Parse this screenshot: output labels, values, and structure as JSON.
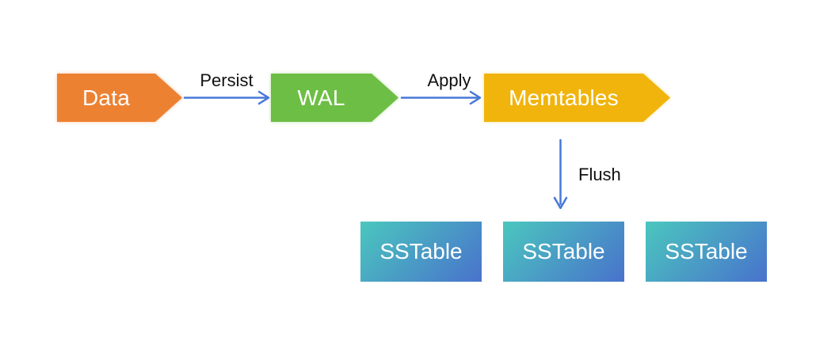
{
  "diagram": {
    "nodes": {
      "data": {
        "label": "Data",
        "fill": "#ED8132"
      },
      "wal": {
        "label": "WAL",
        "fill": "#6DBE45"
      },
      "memtables": {
        "label": "Memtables",
        "fill": "#F0B40C"
      },
      "sstables": [
        {
          "label": "SSTable"
        },
        {
          "label": "SSTable"
        },
        {
          "label": "SSTable"
        }
      ],
      "sstable_gradient": {
        "start": "#4AC7BE",
        "end": "#4972CC"
      },
      "node_text_color": "#FFFFFF"
    },
    "edges": {
      "persist": {
        "label": "Persist",
        "direction": "right"
      },
      "apply": {
        "label": "Apply",
        "direction": "right"
      },
      "flush": {
        "label": "Flush",
        "direction": "down"
      }
    },
    "colors": {
      "arrow": "#4678D7",
      "edge_label_text": "#111111",
      "background": "#FFFFFF"
    }
  }
}
